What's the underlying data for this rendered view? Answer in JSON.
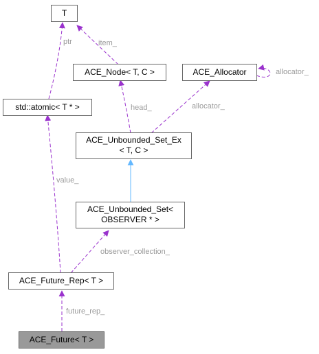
{
  "nodes": {
    "T": "T",
    "ace_node_line1": "ACE_Node< T, C >",
    "ace_allocator": "ACE_Allocator",
    "std_atomic": "std::atomic< T * >",
    "unbounded_set_ex_line1": "ACE_Unbounded_Set_Ex",
    "unbounded_set_ex_line2": "< T, C >",
    "unbounded_set_line1": "ACE_Unbounded_Set<",
    "unbounded_set_line2": "OBSERVER * >",
    "future_rep": "ACE_Future_Rep< T >",
    "future": "ACE_Future< T >"
  },
  "edges": {
    "item": "item_",
    "ptr": "ptr",
    "allocator_self": "allocator_",
    "head": "head_",
    "allocator": "allocator_",
    "value": "value_",
    "observer_collection": "observer_collection_",
    "future_rep": "future_rep_"
  },
  "colors": {
    "member_edge": "#9a32cd",
    "inheritance_edge": "#63b8ff",
    "current_node_fill": "#999999",
    "edge_label": "#9a9a9a"
  }
}
